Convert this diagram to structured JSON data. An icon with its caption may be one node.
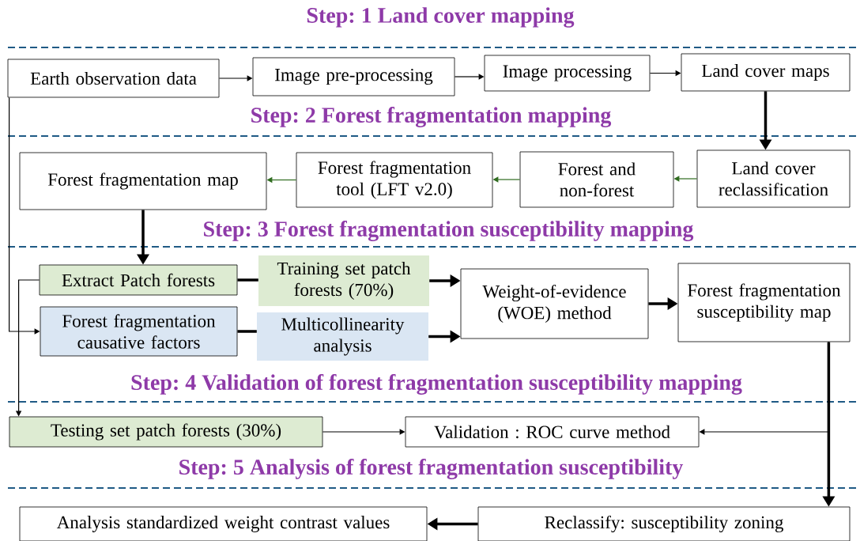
{
  "diagram": {
    "nodes": [
      {
        "text": [
          "Earth observation data"
        ]
      },
      {
        "text": [
          "Image pre-processing"
        ]
      },
      {
        "text": [
          "Image processing"
        ]
      },
      {
        "text": [
          "Land cover maps"
        ]
      },
      {
        "text": [
          "Land cover reclassification"
        ]
      },
      {
        "text": [
          "Forest and non-forest"
        ]
      },
      {
        "text": [
          "Forest fragmentation tool (LFT v2.0)"
        ]
      },
      {
        "text": [
          "Forest fragmentation map"
        ]
      },
      {
        "text": [
          "Extract Patch forests"
        ]
      },
      {
        "text": [
          "Training set patch forests (70%)"
        ]
      },
      {
        "text": [
          "Forest fragmentation causative factors"
        ]
      },
      {
        "text": [
          "Multicollinearity analysis"
        ]
      },
      {
        "text": [
          "Weight-of-evidence (WOE) method"
        ]
      },
      {
        "text": [
          "Forest fragmentation susceptibility map"
        ]
      },
      {
        "text": [
          "Testing set patch forests (30%)"
        ]
      },
      {
        "text": [
          "Validation : ROC curve method"
        ]
      },
      {
        "text": [
          "Reclassify: susceptibility zoning"
        ]
      },
      {
        "text": [
          "Analysis standardized weight contrast values"
        ]
      }
    ],
    "edges": [
      {
        "from": 0,
        "to": 1,
        "arrow": "to"
      },
      {
        "from": 1,
        "to": 2,
        "arrow": "to"
      },
      {
        "from": 2,
        "to": 3,
        "arrow": "to"
      },
      {
        "from": 3,
        "to": 4,
        "arrow": "to",
        "style": "thick"
      },
      {
        "from": 4,
        "to": 5,
        "arrow": "to",
        "color": "#2e6b1e"
      },
      {
        "from": 5,
        "to": 6,
        "arrow": "to",
        "color": "#2e6b1e"
      },
      {
        "from": 6,
        "to": 7,
        "arrow": "to",
        "color": "#2e6b1e"
      },
      {
        "from": 7,
        "to": 8,
        "arrow": "to",
        "style": "thick"
      },
      {
        "from": 8,
        "to": 9,
        "arrow": "none",
        "style": "thick"
      },
      {
        "from": 9,
        "to": 12,
        "arrow": "to",
        "style": "thick"
      },
      {
        "from": 10,
        "to": 11,
        "arrow": "none",
        "style": "thick"
      },
      {
        "from": 11,
        "to": 12,
        "arrow": "to",
        "style": "thick"
      },
      {
        "from": 12,
        "to": 13,
        "arrow": "to",
        "style": "thick"
      },
      {
        "from": 0,
        "to": 10,
        "arrow": "to"
      },
      {
        "from": 8,
        "to": 14,
        "arrow": "to"
      },
      {
        "from": 14,
        "to": 15,
        "arrow": "to"
      },
      {
        "from": 13,
        "to": 15,
        "arrow": "to"
      },
      {
        "from": 13,
        "to": 16,
        "arrow": "to",
        "style": "thick"
      },
      {
        "from": 16,
        "to": 17,
        "arrow": "to",
        "style": "thick"
      }
    ],
    "labels": [
      "Step: 1 Land cover mapping",
      "Step: 2 Forest fragmentation mapping",
      "Step: 3 Forest fragmentation susceptibility mapping",
      "Step: 4 Validation of forest fragmentation susceptibility mapping",
      "Step: 5 Analysis of forest fragmentation susceptibility"
    ]
  }
}
